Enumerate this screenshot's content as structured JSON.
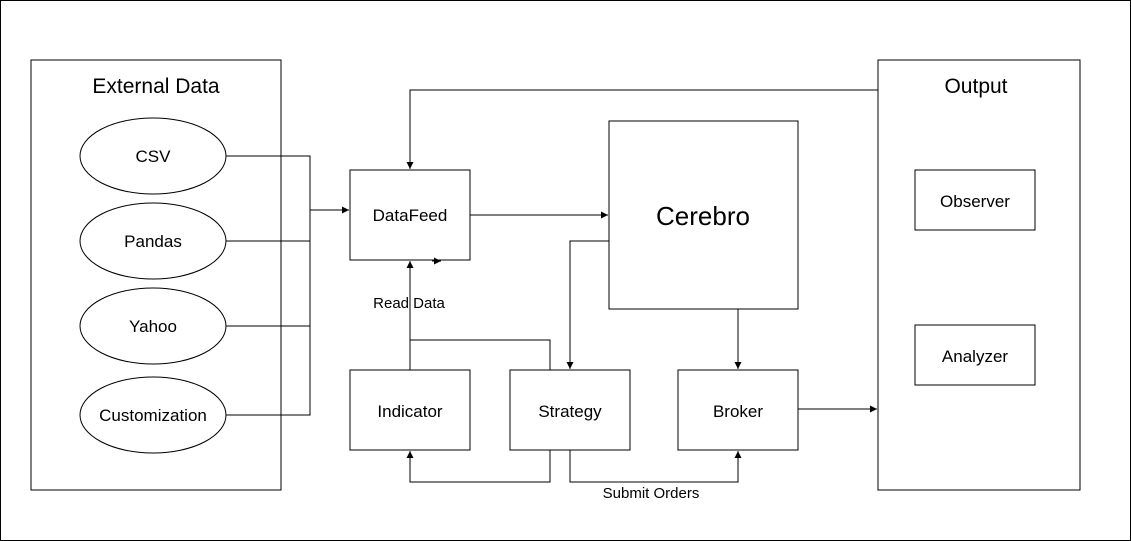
{
  "panels": {
    "external": {
      "title": "External Data"
    },
    "output": {
      "title": "Output"
    }
  },
  "sources": [
    {
      "label": "CSV"
    },
    {
      "label": "Pandas"
    },
    {
      "label": "Yahoo"
    },
    {
      "label": "Customization"
    }
  ],
  "nodes": {
    "datafeed": "DataFeed",
    "cerebro": "Cerebro",
    "indicator": "Indicator",
    "strategy": "Strategy",
    "broker": "Broker",
    "observer": "Observer",
    "analyzer": "Analyzer"
  },
  "edge_labels": {
    "read_data": "Read Data",
    "submit_orders": "Submit Orders"
  },
  "colors": {
    "stroke": "#000000",
    "fill": "#ffffff",
    "text": "#000000"
  }
}
